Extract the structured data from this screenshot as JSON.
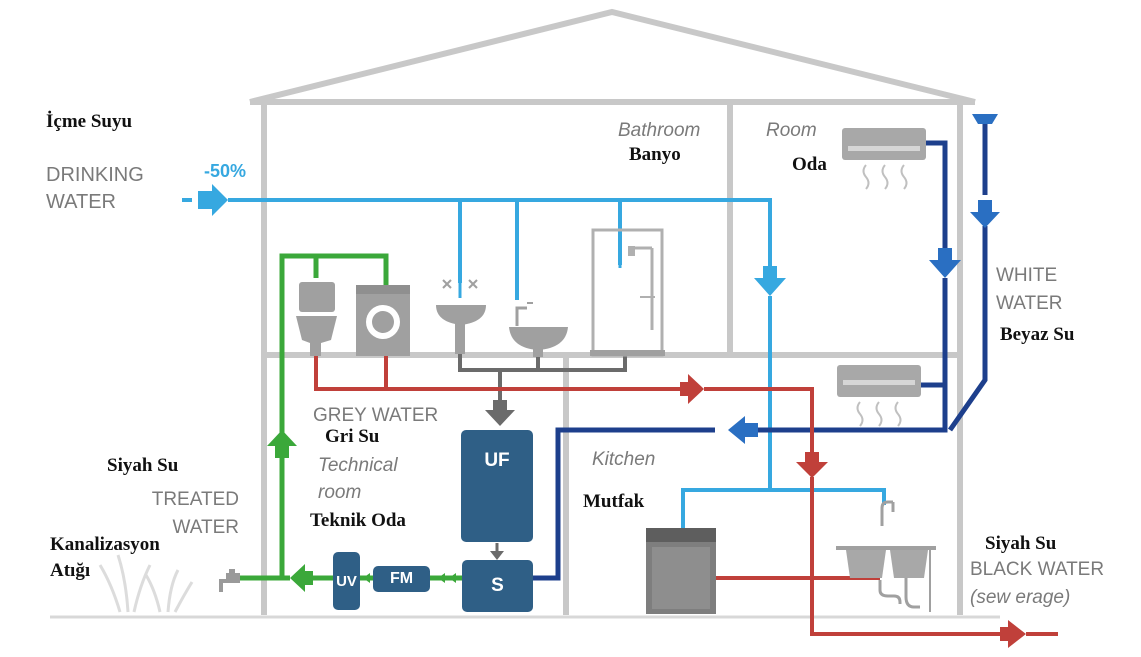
{
  "labels": {
    "icme_suyu": "İçme Suyu",
    "drinking_water": "DRINKING\nWATER",
    "reduction": "-50%",
    "bathroom": "Bathroom",
    "banyo": "Banyo",
    "room": "Room",
    "oda": "Oda",
    "white_water": "WHITE\nWATER",
    "beyaz_su": "Beyaz Su",
    "grey_water": "GREY WATER",
    "gri_su": "Gri Su",
    "technical_room": "Technical\nroom",
    "teknik_oda": "Teknik Oda",
    "siyah_su_left": "Siyah Su",
    "treated_water": "TREATED\nWATER",
    "kanalizasyon": "Kanalizasyon\nAtığı",
    "kitchen": "Kitchen",
    "mutfak": "Mutfak",
    "siyah_su_right": "Siyah Su",
    "black_water": "BLACK WATER",
    "sewerage": "(sew erage)"
  },
  "units": {
    "uf": "UF",
    "s": "S",
    "fm": "FM",
    "uv": "UV"
  },
  "colors": {
    "drinking": "#36a8e0",
    "white": "#1d3f8c",
    "grey": "#6b6b6b",
    "black": "#c0403a",
    "treated": "#3ba83a",
    "house": "#c8c8c8",
    "unit": "#2f5f86"
  }
}
